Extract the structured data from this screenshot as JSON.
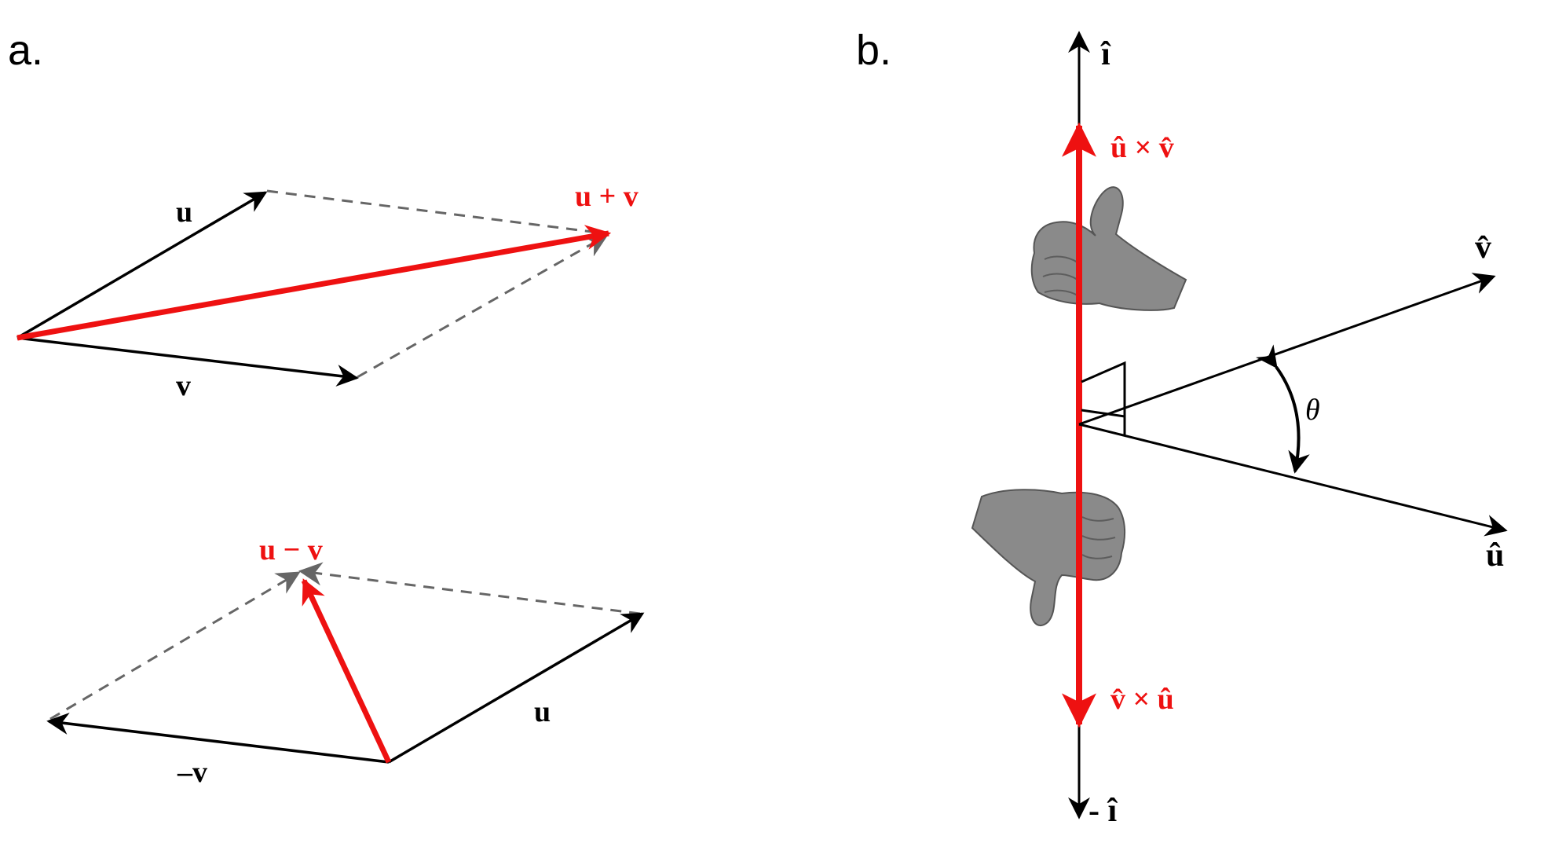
{
  "panel_a": {
    "label": "a.",
    "sum": {
      "u_label": "u",
      "v_label": "v",
      "result_label": "u + v"
    },
    "difference": {
      "result_label": "u − v",
      "neg_v_label": "–v",
      "u_label": "u"
    }
  },
  "panel_b": {
    "label": "b.",
    "axis_top_label": "î",
    "axis_bottom_label": "- î",
    "up_label": "û × v̂",
    "down_label": "v̂ × û",
    "v_hat_label": "v̂",
    "u_hat_label": "û",
    "angle_label": "θ",
    "icons": {
      "top_hand": "thumbs-up-hand-icon",
      "bottom_hand": "thumbs-down-hand-icon"
    }
  },
  "colors": {
    "accent": "#ee1111",
    "ink": "#000000",
    "dashed": "#666666",
    "hand": "#8a8a8a"
  }
}
